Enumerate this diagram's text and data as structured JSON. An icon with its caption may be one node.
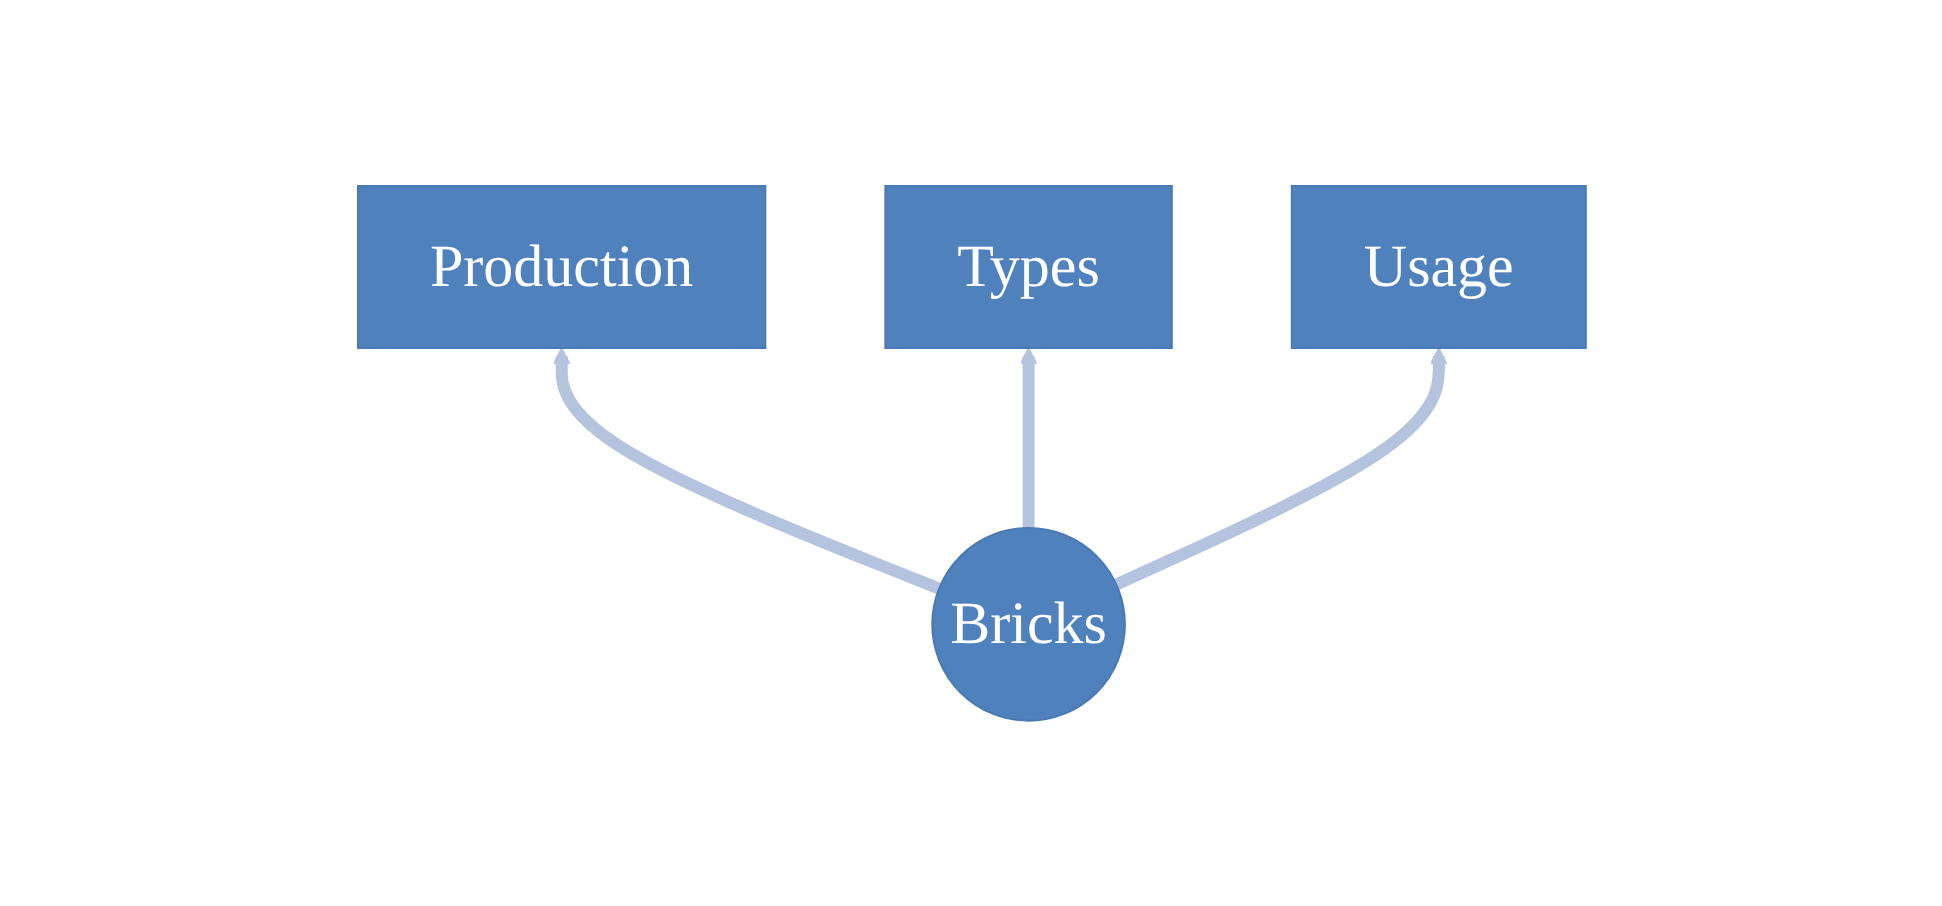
{
  "diagram": {
    "nodes": [
      {
        "text": [
          "Production"
        ]
      },
      {
        "text": [
          "Types"
        ]
      },
      {
        "text": [
          "Usage"
        ]
      },
      {
        "text": [
          "Bricks"
        ]
      }
    ],
    "edges": [
      {
        "from": 3,
        "to": 0,
        "arrow": "to"
      },
      {
        "from": 3,
        "to": 1,
        "arrow": "to"
      },
      {
        "from": 3,
        "to": 2,
        "arrow": "to"
      }
    ]
  }
}
